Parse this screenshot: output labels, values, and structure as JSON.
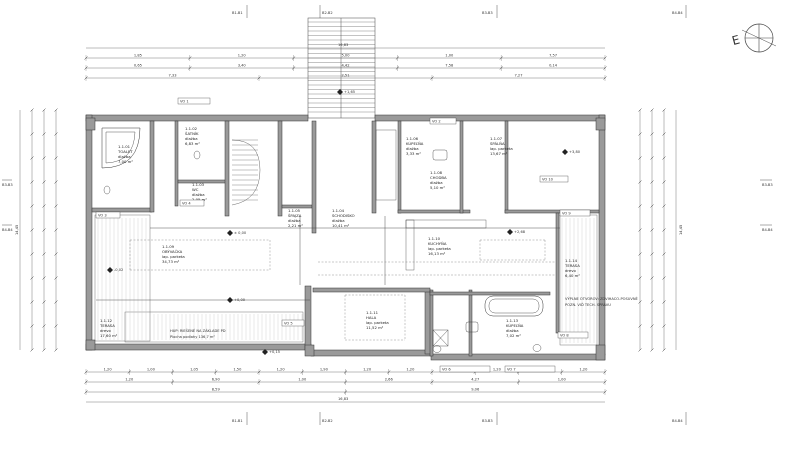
{
  "compass": {
    "north_letter": "E"
  },
  "section_marks": {
    "top": [
      "B1-B1",
      "B2-B2",
      "B3-B3",
      "B4-B4"
    ],
    "bottom": [
      "B1-B1",
      "B2-B2",
      "B3-B3",
      "B4-B4"
    ],
    "left": [
      "B3-B3",
      "B4-B4"
    ],
    "right": [
      "B3-B3",
      "B4-B4"
    ]
  },
  "dimensions": {
    "top_total": "16,83",
    "top_row1": [
      "1,85",
      "1,20",
      "5,00",
      "1,00",
      "7,57"
    ],
    "top_row2": [
      "0,65",
      "3,40",
      "4,42",
      "7,58",
      "0,14"
    ],
    "top_row3": [
      "7,33",
      "2,51",
      "7,27"
    ],
    "bottom_total": "16,83",
    "bottom_row1": [
      "1,20",
      "1,00",
      "1,05",
      "1,50",
      "1,20",
      "1,90",
      "1,20",
      "1,20",
      "2,05",
      "1,20",
      "1,00",
      "1,20"
    ],
    "bottom_row2": [
      "1,20",
      "6,90",
      "1,00",
      "2,66",
      "4,27",
      "1,00"
    ],
    "bottom_row3": [
      "8,59",
      "9,06"
    ],
    "left_total": "14,45",
    "right_total": "14,45"
  },
  "rooms": [
    {
      "id": "1.1",
      "lines": [
        "1.1.01",
        "TOALET",
        "dlažba",
        "7,00 m²"
      ]
    },
    {
      "id": "1.2",
      "lines": [
        "1.1.02",
        "ŠATNÍK",
        "dlažba",
        "6,83 m²"
      ]
    },
    {
      "id": "1.3",
      "lines": [
        "1.1.03",
        "WC",
        "dlažba",
        "2,05 m²"
      ]
    },
    {
      "id": "1.4",
      "lines": [
        "1.1.04",
        "SCHODISKO",
        "dlažba",
        "10,41 m²"
      ]
    },
    {
      "id": "1.5",
      "lines": [
        "1.1.05",
        "ŠPAJZA",
        "dlažba",
        "2,21 m²"
      ]
    },
    {
      "id": "1.6",
      "lines": [
        "1.1.06",
        "KÚPEĽŇA",
        "dlažba",
        "3,33 m²"
      ]
    },
    {
      "id": "1.7",
      "lines": [
        "1.1.07",
        "SPÁLŇA",
        "lap. parketa",
        "13,67 m²"
      ]
    },
    {
      "id": "1.8",
      "lines": [
        "1.1.08",
        "CHODBA",
        "dlažba",
        "5,10 m²"
      ]
    },
    {
      "id": "1.9",
      "lines": [
        "1.1.09",
        "OBÝVAČKA",
        "lap. parketa",
        "34,73 m²"
      ]
    },
    {
      "id": "1.10",
      "lines": [
        "1.1.10",
        "KUCHYŇA",
        "lap. parketa",
        "16,13 m²"
      ]
    },
    {
      "id": "1.11",
      "lines": [
        "1.1.11",
        "HALA",
        "lap. parketa",
        "11,52 m²"
      ]
    },
    {
      "id": "1.12",
      "lines": [
        "1.1.12",
        "TERASA",
        "drevo",
        "17,60 m²"
      ]
    },
    {
      "id": "1.13",
      "lines": [
        "1.1.13",
        "KÚPEĽŇA",
        "dlažba",
        "7,02 m²"
      ]
    },
    {
      "id": "1.14",
      "lines": [
        "1.1.14",
        "TERASA",
        "drevo",
        "6,40 m²"
      ]
    }
  ],
  "level_marks": [
    "± 0,00",
    "+0,00",
    "-0,02",
    "+1,65",
    "+2,68",
    "+3,80",
    "+0,15"
  ],
  "window_tags": [
    "VO 1",
    "VO 2",
    "VO 3",
    "VO 4",
    "VO 5",
    "VO 6",
    "VO 7",
    "VO 8",
    "VO 9",
    "VO 10"
  ],
  "notes": [
    "VÝPLNE OTVOROV: ZDVIHACO-POSUVNÉ",
    "POZN. VIĎ TECH. SPRÁVU",
    "HUP: RIEŠENÉ NA ZÁKLADE PD",
    "Plocha podlahy 136,7 m²"
  ]
}
